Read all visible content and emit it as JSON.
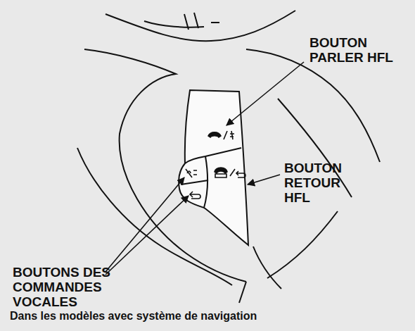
{
  "diagram": {
    "caption": "Dans les modèles avec système de navigation",
    "labels": [
      "BOUTON PARLER HFL",
      "BOUTON RETOUR HFL",
      "BOUTONS DES COMMANDES VOCALES"
    ]
  }
}
